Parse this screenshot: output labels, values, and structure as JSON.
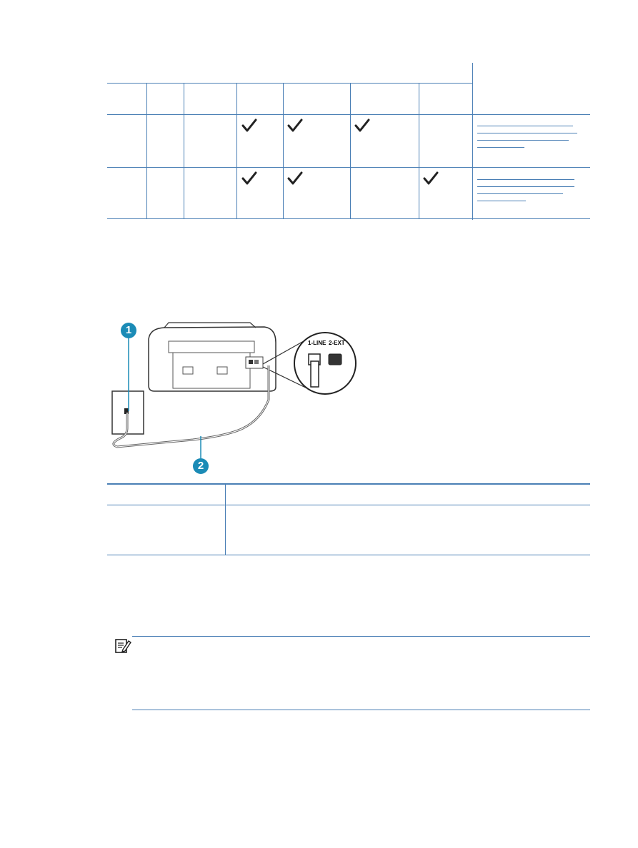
{
  "feature_table": {
    "rows": [
      {
        "checks": [
          "col4",
          "col5",
          "col6"
        ],
        "link_lines": 4
      },
      {
        "checks": [
          "col4",
          "col5",
          "col7"
        ],
        "link_lines": 4
      }
    ],
    "check_color": "#222222",
    "rule_color": "#4a7fb5"
  },
  "figure": {
    "callouts": [
      "1",
      "2"
    ],
    "port_labels": [
      "1-LINE",
      "2-EXT"
    ],
    "callout_color": "#1b8bb6"
  }
}
